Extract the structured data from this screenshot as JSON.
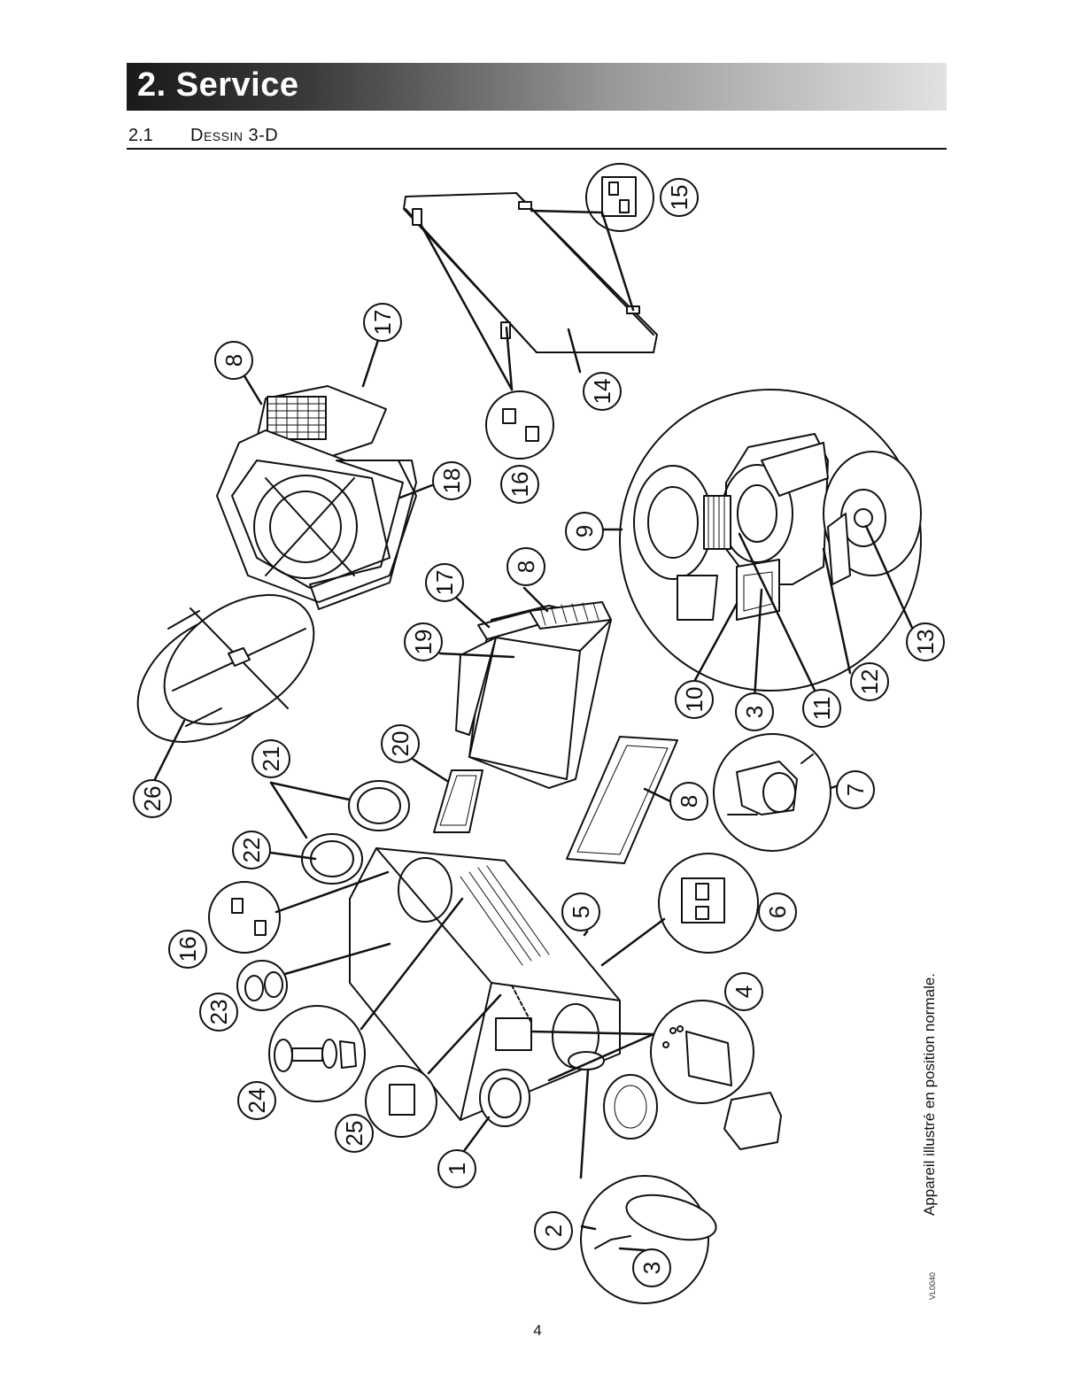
{
  "section": {
    "number": "2.",
    "title": "Service",
    "full": "2.  Service"
  },
  "subsection": {
    "number": "2.1",
    "title": "Dessin 3-D"
  },
  "callouts": {
    "c15": "15",
    "c14": "14",
    "c16a": "16",
    "c17a": "17",
    "c8a": "8",
    "c18": "18",
    "c9": "9",
    "c8b": "8",
    "c17b": "17",
    "c19": "19",
    "c13": "13",
    "c12": "12",
    "c11": "11",
    "c3a": "3",
    "c10": "10",
    "c26": "26",
    "c21": "21",
    "c20": "20",
    "c7": "7",
    "c8c": "8",
    "c22": "22",
    "c16b": "16",
    "c5": "5",
    "c6": "6",
    "c4": "4",
    "c23": "23",
    "c24": "24",
    "c25": "25",
    "c1": "1",
    "c2": "2",
    "c3b": "3"
  },
  "note": "Appareil illustré en position normale.",
  "drawing_code": "VL0040",
  "page_number": "4"
}
